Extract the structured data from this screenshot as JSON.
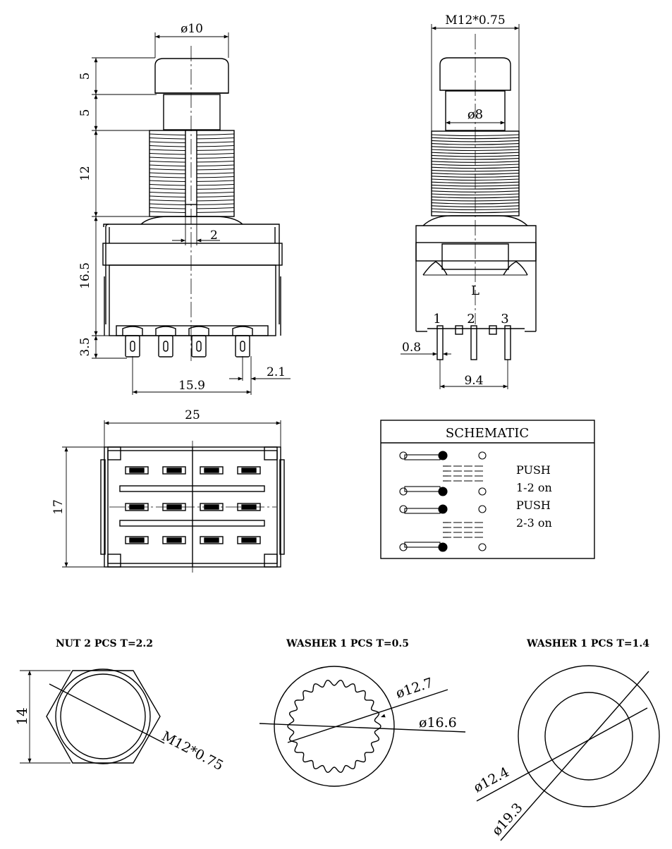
{
  "dimensions": {
    "front_cap_dia": "ø10",
    "front_cap_height": "5",
    "front_stem_height": "5",
    "front_thread_length": "12",
    "front_body_height": "16.5",
    "front_lug_height": "3.5",
    "front_slot_width": "2",
    "front_pin_span": "15.9",
    "front_pin_width": "2.1",
    "side_thread": "M12*0.75",
    "side_stem_dia": "ø8",
    "side_pin_thickness": "0.8",
    "side_pin_span": "9.4",
    "bottom_width": "25",
    "bottom_depth": "17"
  },
  "side_view": {
    "centre_label": "L",
    "pin_labels": [
      "1",
      "2",
      "3"
    ]
  },
  "schematic": {
    "title": "SCHEMATIC",
    "lines": [
      "PUSH",
      "1-2 on",
      "PUSH",
      "2-3 on"
    ]
  },
  "nut": {
    "caption": "NUT 2 PCS T=2.2",
    "height": "14",
    "thread": "M12*0.75"
  },
  "washer_a": {
    "caption": "WASHER 1 PCS T=0.5",
    "inner": "ø12.7",
    "outer": "ø16.6"
  },
  "washer_b": {
    "caption": "WASHER 1 PCS T=1.4",
    "inner": "ø12.4",
    "outer": "ø19.3"
  }
}
